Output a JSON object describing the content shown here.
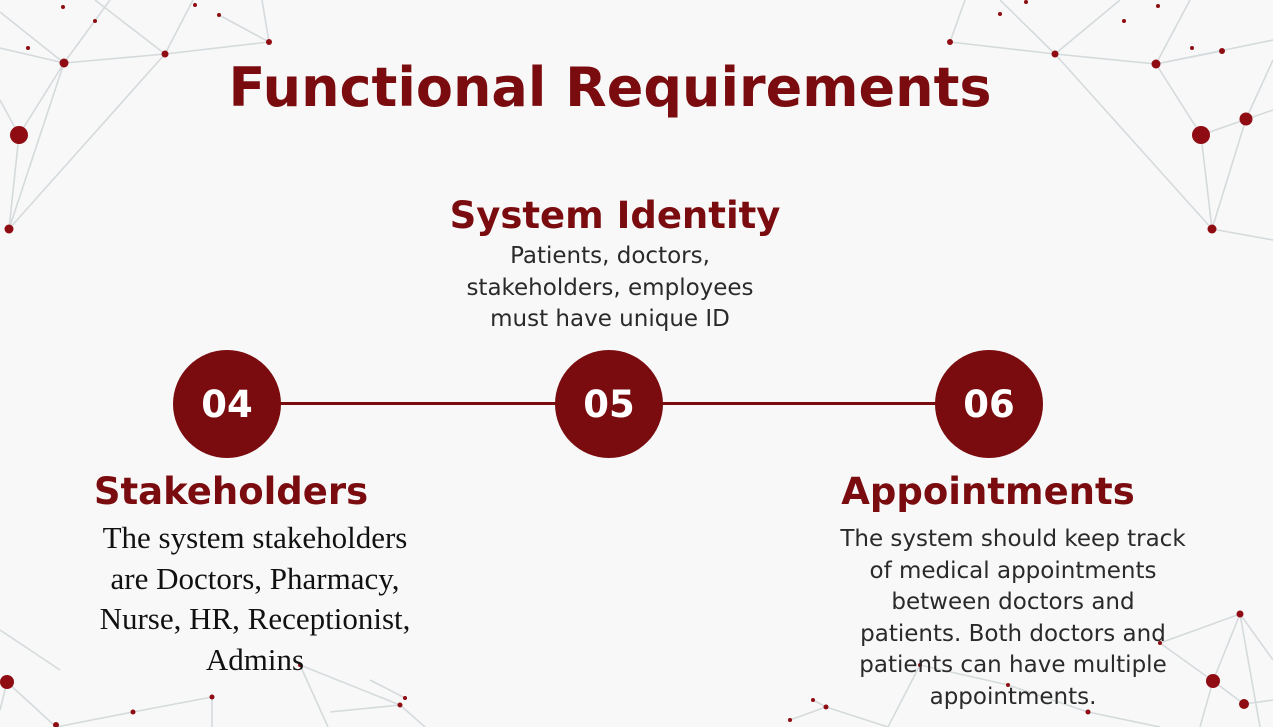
{
  "title": "Functional Requirements",
  "colors": {
    "accent": "#7a0c10",
    "background": "#f8f8f8",
    "network_line": "#d5dadc",
    "network_dot": "#8f0c12"
  },
  "steps": [
    {
      "number": "04",
      "heading": "Stakeholders",
      "body": [
        "The system stakeholders",
        "are Doctors, Pharmacy,",
        "Nurse, HR, Receptionist,",
        "Admins"
      ]
    },
    {
      "number": "05",
      "heading": "System Identity",
      "body": [
        "Patients, doctors,",
        "stakeholders, employees",
        "must have unique ID"
      ]
    },
    {
      "number": "06",
      "heading": "Appointments",
      "body": [
        "The system should keep track",
        "of medical appointments",
        "between doctors and",
        "patients. Both doctors and",
        "patients can have multiple",
        "appointments."
      ]
    }
  ]
}
